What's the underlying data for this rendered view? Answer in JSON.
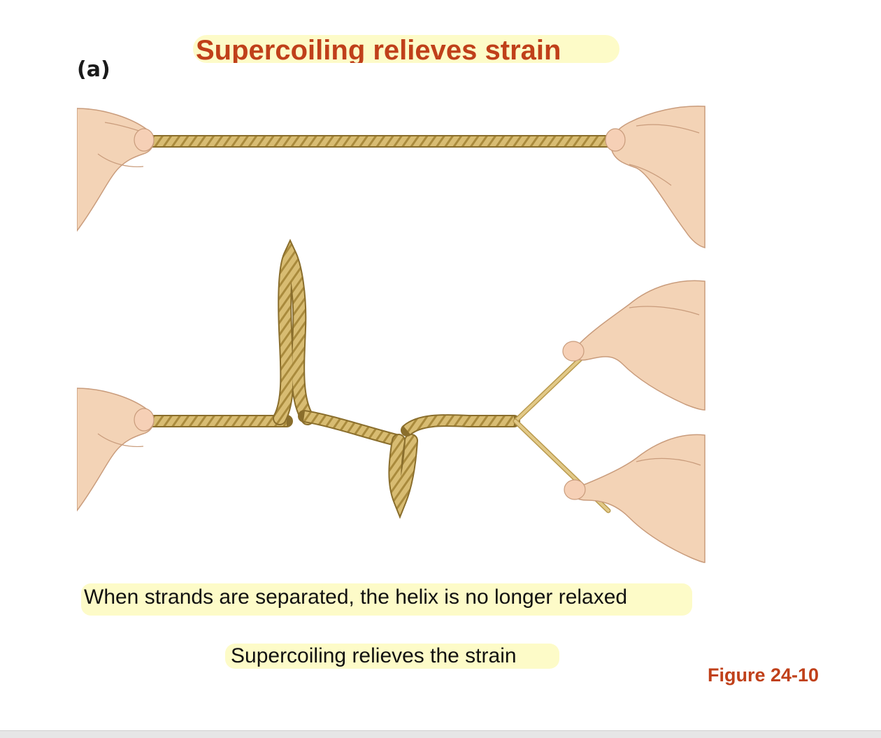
{
  "title": "Supercoiling relieves strain",
  "panel_label": "(a)",
  "caption_1": "When strands are separated, the helix is no longer relaxed",
  "caption_2": "Supercoiling relieves the strain",
  "figure_ref": "Figure 24-10",
  "colors": {
    "title": "#c0401a",
    "highlight": "#fdfbc8",
    "rope": "#d8bc72",
    "rope_stripe": "#a98a3c",
    "skin": "#f3d3b6",
    "skin_outline": "#c99c7c",
    "nail": "#f6d0b6"
  }
}
